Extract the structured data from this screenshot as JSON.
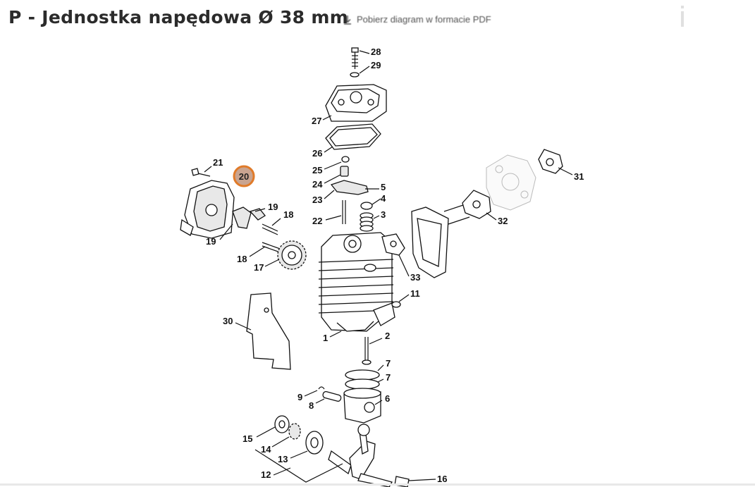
{
  "header": {
    "title": "P - Jednostka napędowa Ø 38 mm",
    "download_label": "Pobierz diagram w formacie PDF"
  },
  "diagram": {
    "highlighted_part": "20",
    "highlight_color": "#e07b2a",
    "labels": [
      "28",
      "29",
      "27",
      "26",
      "25",
      "24",
      "23",
      "5",
      "4",
      "22",
      "3",
      "21",
      "20",
      "19",
      "18",
      "19",
      "18",
      "17",
      "31",
      "32",
      "33",
      "11",
      "30",
      "1",
      "2",
      "7",
      "7",
      "9",
      "8",
      "6",
      "15",
      "14",
      "13",
      "12",
      "16"
    ]
  }
}
